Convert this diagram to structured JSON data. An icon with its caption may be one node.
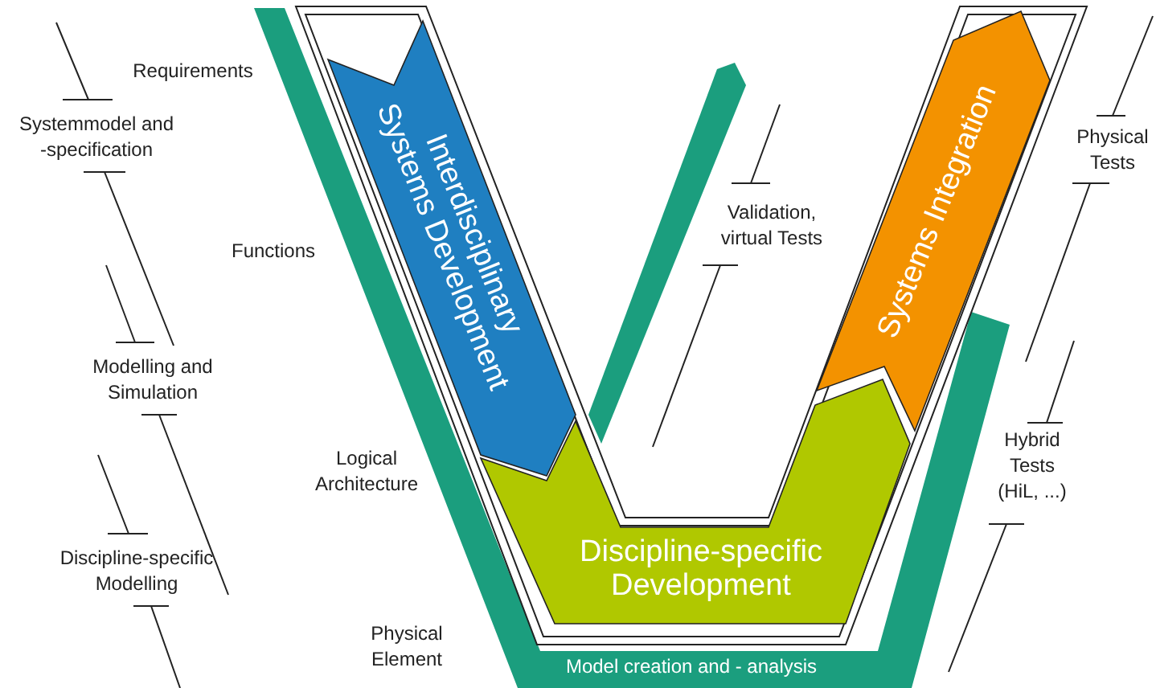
{
  "diagram": {
    "nodes": [
      {
        "text": [],
        "shape": "frame"
      },
      {
        "text": [
          "Interdisciplinary Systems Development"
        ],
        "in": 0
      },
      {
        "text": [
          "Discipline-specific Development"
        ],
        "in": 0
      },
      {
        "text": [
          "Systems Integration"
        ],
        "in": 0
      },
      {
        "text": [
          "Model creation and - analysis"
        ]
      }
    ],
    "labels": [
      "Requirements",
      "Systemmodel and -specification",
      "Functions",
      "Modelling and Simulation",
      "Logical Architecture",
      "Validation, virtual Tests",
      "Physical Tests",
      "Hybrid Tests (HiL, ...)",
      "Discipline-specific Modelling",
      "Physical Element"
    ]
  }
}
